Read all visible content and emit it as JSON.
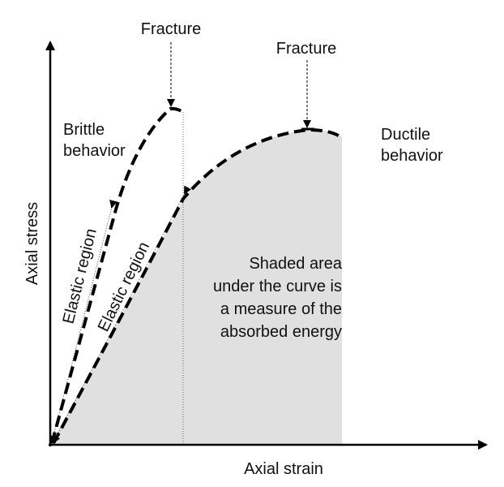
{
  "axes": {
    "x_label": "Axial strain",
    "y_label": "Axial stress"
  },
  "labels": {
    "fracture_brittle": "Fracture",
    "fracture_ductile": "Fracture",
    "brittle": [
      "Brittle",
      "behavior"
    ],
    "ductile": [
      "Ductile",
      "behavior"
    ],
    "elastic_brittle": "Elastic region",
    "elastic_ductile": "Elastic region",
    "shaded_note": [
      "Shaded area",
      "under the curve is",
      "a measure of the",
      "absorbed energy"
    ]
  },
  "colors": {
    "curve": "#000000",
    "shade": "#e0e0e0",
    "axis": "#000000"
  }
}
